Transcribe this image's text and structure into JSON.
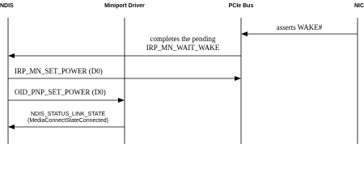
{
  "participants": {
    "ndis": "NDIS",
    "miniport": "Miniport Driver",
    "pcie": "PCIe Bus",
    "nic": "NIC"
  },
  "messages": {
    "wake": "asserts WAKE#",
    "complete_line1": "completes the pending",
    "complete_line2": "IRP_MN_WAIT_WAKE",
    "set_power": "IRP_MN_SET_POWER (D0)",
    "oid_power": "OID_PNP_SET_POWER (D0)",
    "status_line1": "NDIS_STATUS_LINK_STATE",
    "status_line2": "(MediaConnectStateConnected)"
  }
}
